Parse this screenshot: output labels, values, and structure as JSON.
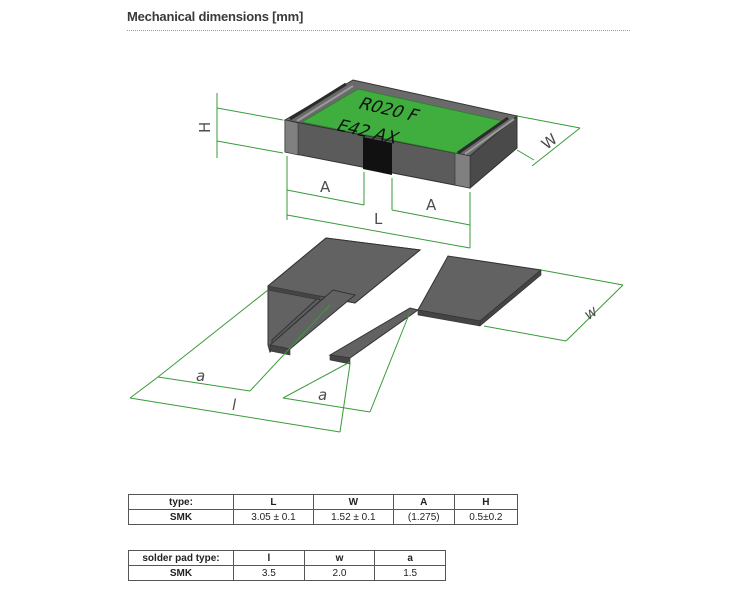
{
  "heading": "Mechanical dimensions [mm]",
  "part_marking": {
    "line1": "R020 F",
    "line2": "E42 AX"
  },
  "dimension_labels": {
    "H": "H",
    "W": "W",
    "A_left": "A",
    "A_right": "A",
    "L": "L",
    "w": "w",
    "a_left": "a",
    "a_right": "a",
    "l": "l"
  },
  "colors": {
    "body": "#5a5a5a",
    "marking_area": "#3fae3f",
    "dimension_lines": "#3a9a3a"
  },
  "table_dimensions": {
    "headers": [
      "type:",
      "L",
      "W",
      "A",
      "H"
    ],
    "rows": [
      [
        "SMK",
        "3.05 ± 0.1",
        "1.52 ± 0.1",
        "(1.275)",
        "0.5±0.2"
      ]
    ]
  },
  "table_pads": {
    "headers": [
      "solder pad type:",
      "l",
      "w",
      "a"
    ],
    "rows": [
      [
        "SMK",
        "3.5",
        "2.0",
        "1.5"
      ]
    ]
  }
}
